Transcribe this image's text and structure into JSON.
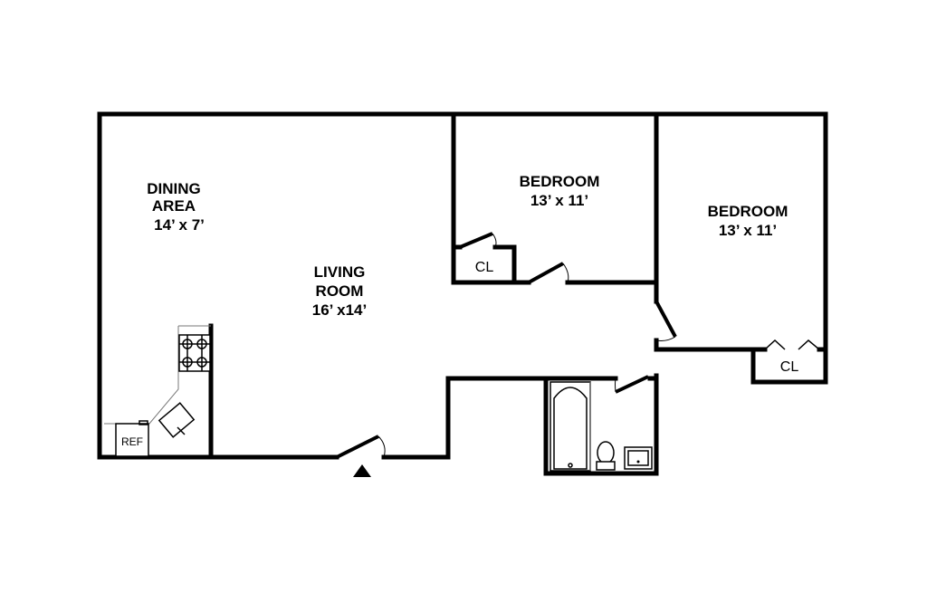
{
  "rooms": {
    "dining": {
      "line1": "DINING",
      "line2": "AREA",
      "dims": "14’ x 7’"
    },
    "living": {
      "line1": "LIVING",
      "line2": "ROOM",
      "dims": "16’  x14’"
    },
    "bedroom1": {
      "name": "BEDROOM",
      "dims": "13’ x 11’"
    },
    "bedroom2": {
      "name": "BEDROOM",
      "dims": "13’ x 11’"
    }
  },
  "closets": {
    "closet1": "CL",
    "closet2": "CL"
  },
  "kitchen": {
    "refrigerator": "REF"
  },
  "icons": {
    "entry": "entry-arrow-icon",
    "stove": "stove-icon",
    "sink": "kitchen-sink-icon",
    "bathtub": "bathtub-icon",
    "toilet": "toilet-icon",
    "bath_sink": "bathroom-sink-icon"
  }
}
